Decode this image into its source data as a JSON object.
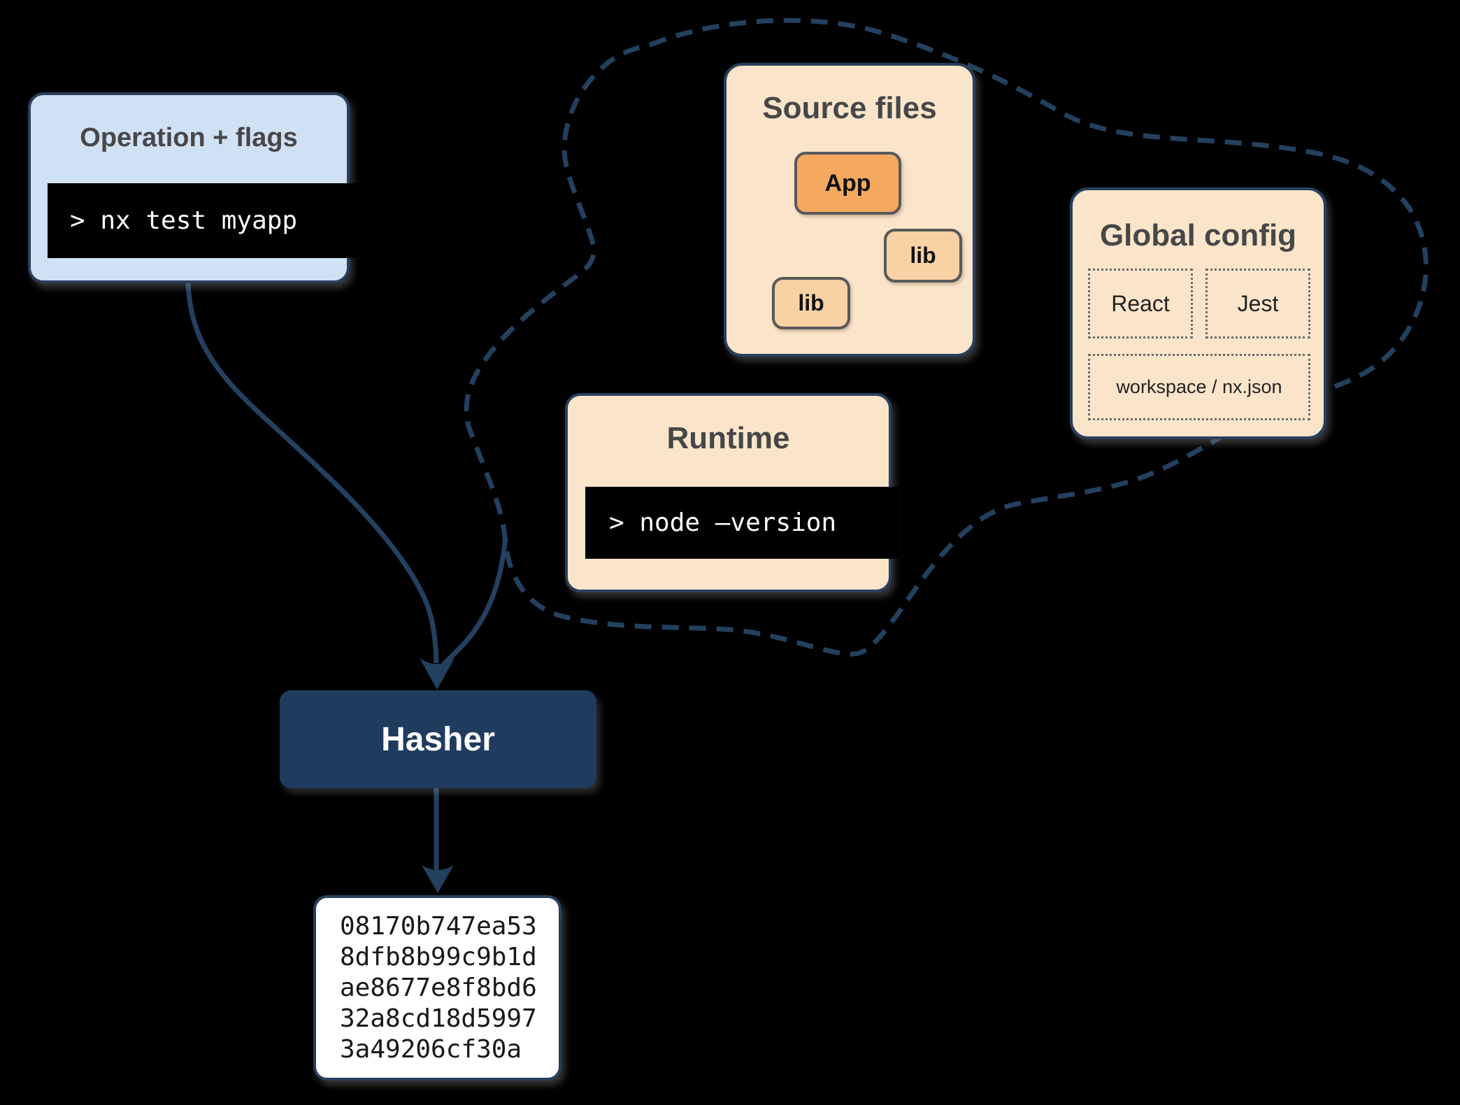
{
  "operation": {
    "title": "Operation + flags",
    "command": "> nx test myapp"
  },
  "cloud": {
    "source_files": {
      "title": "Source files",
      "app": {
        "label": "App"
      },
      "lib_right": {
        "label": "lib"
      },
      "lib_left": {
        "label": "lib"
      },
      "edges": [
        [
          "App",
          "lib-right"
        ],
        [
          "App",
          "lib-left"
        ]
      ]
    },
    "runtime": {
      "title": "Runtime",
      "command": "> node –version"
    },
    "global_config": {
      "title": "Global config",
      "items": {
        "react": "React",
        "jest": "Jest",
        "workspace": "workspace / nx.json"
      }
    }
  },
  "hasher": {
    "label": "Hasher"
  },
  "hash_output": {
    "lines": [
      "08170b747ea53",
      "8dfb8b99c9b1d",
      "ae8677e8f8bd6",
      "32a8cd18d5997",
      "3a49206cf30a"
    ]
  },
  "colors": {
    "navy": "#1f3b5e",
    "light_blue": "#d0e1f3",
    "peach": "#fbe5ca",
    "orange": "#f4a95e",
    "light_orange": "#f8d2a4",
    "terminal_bg": "#000000",
    "terminal_text": "#ffffff",
    "title_gray": "#474749",
    "node_border_gray": "#58595b"
  }
}
